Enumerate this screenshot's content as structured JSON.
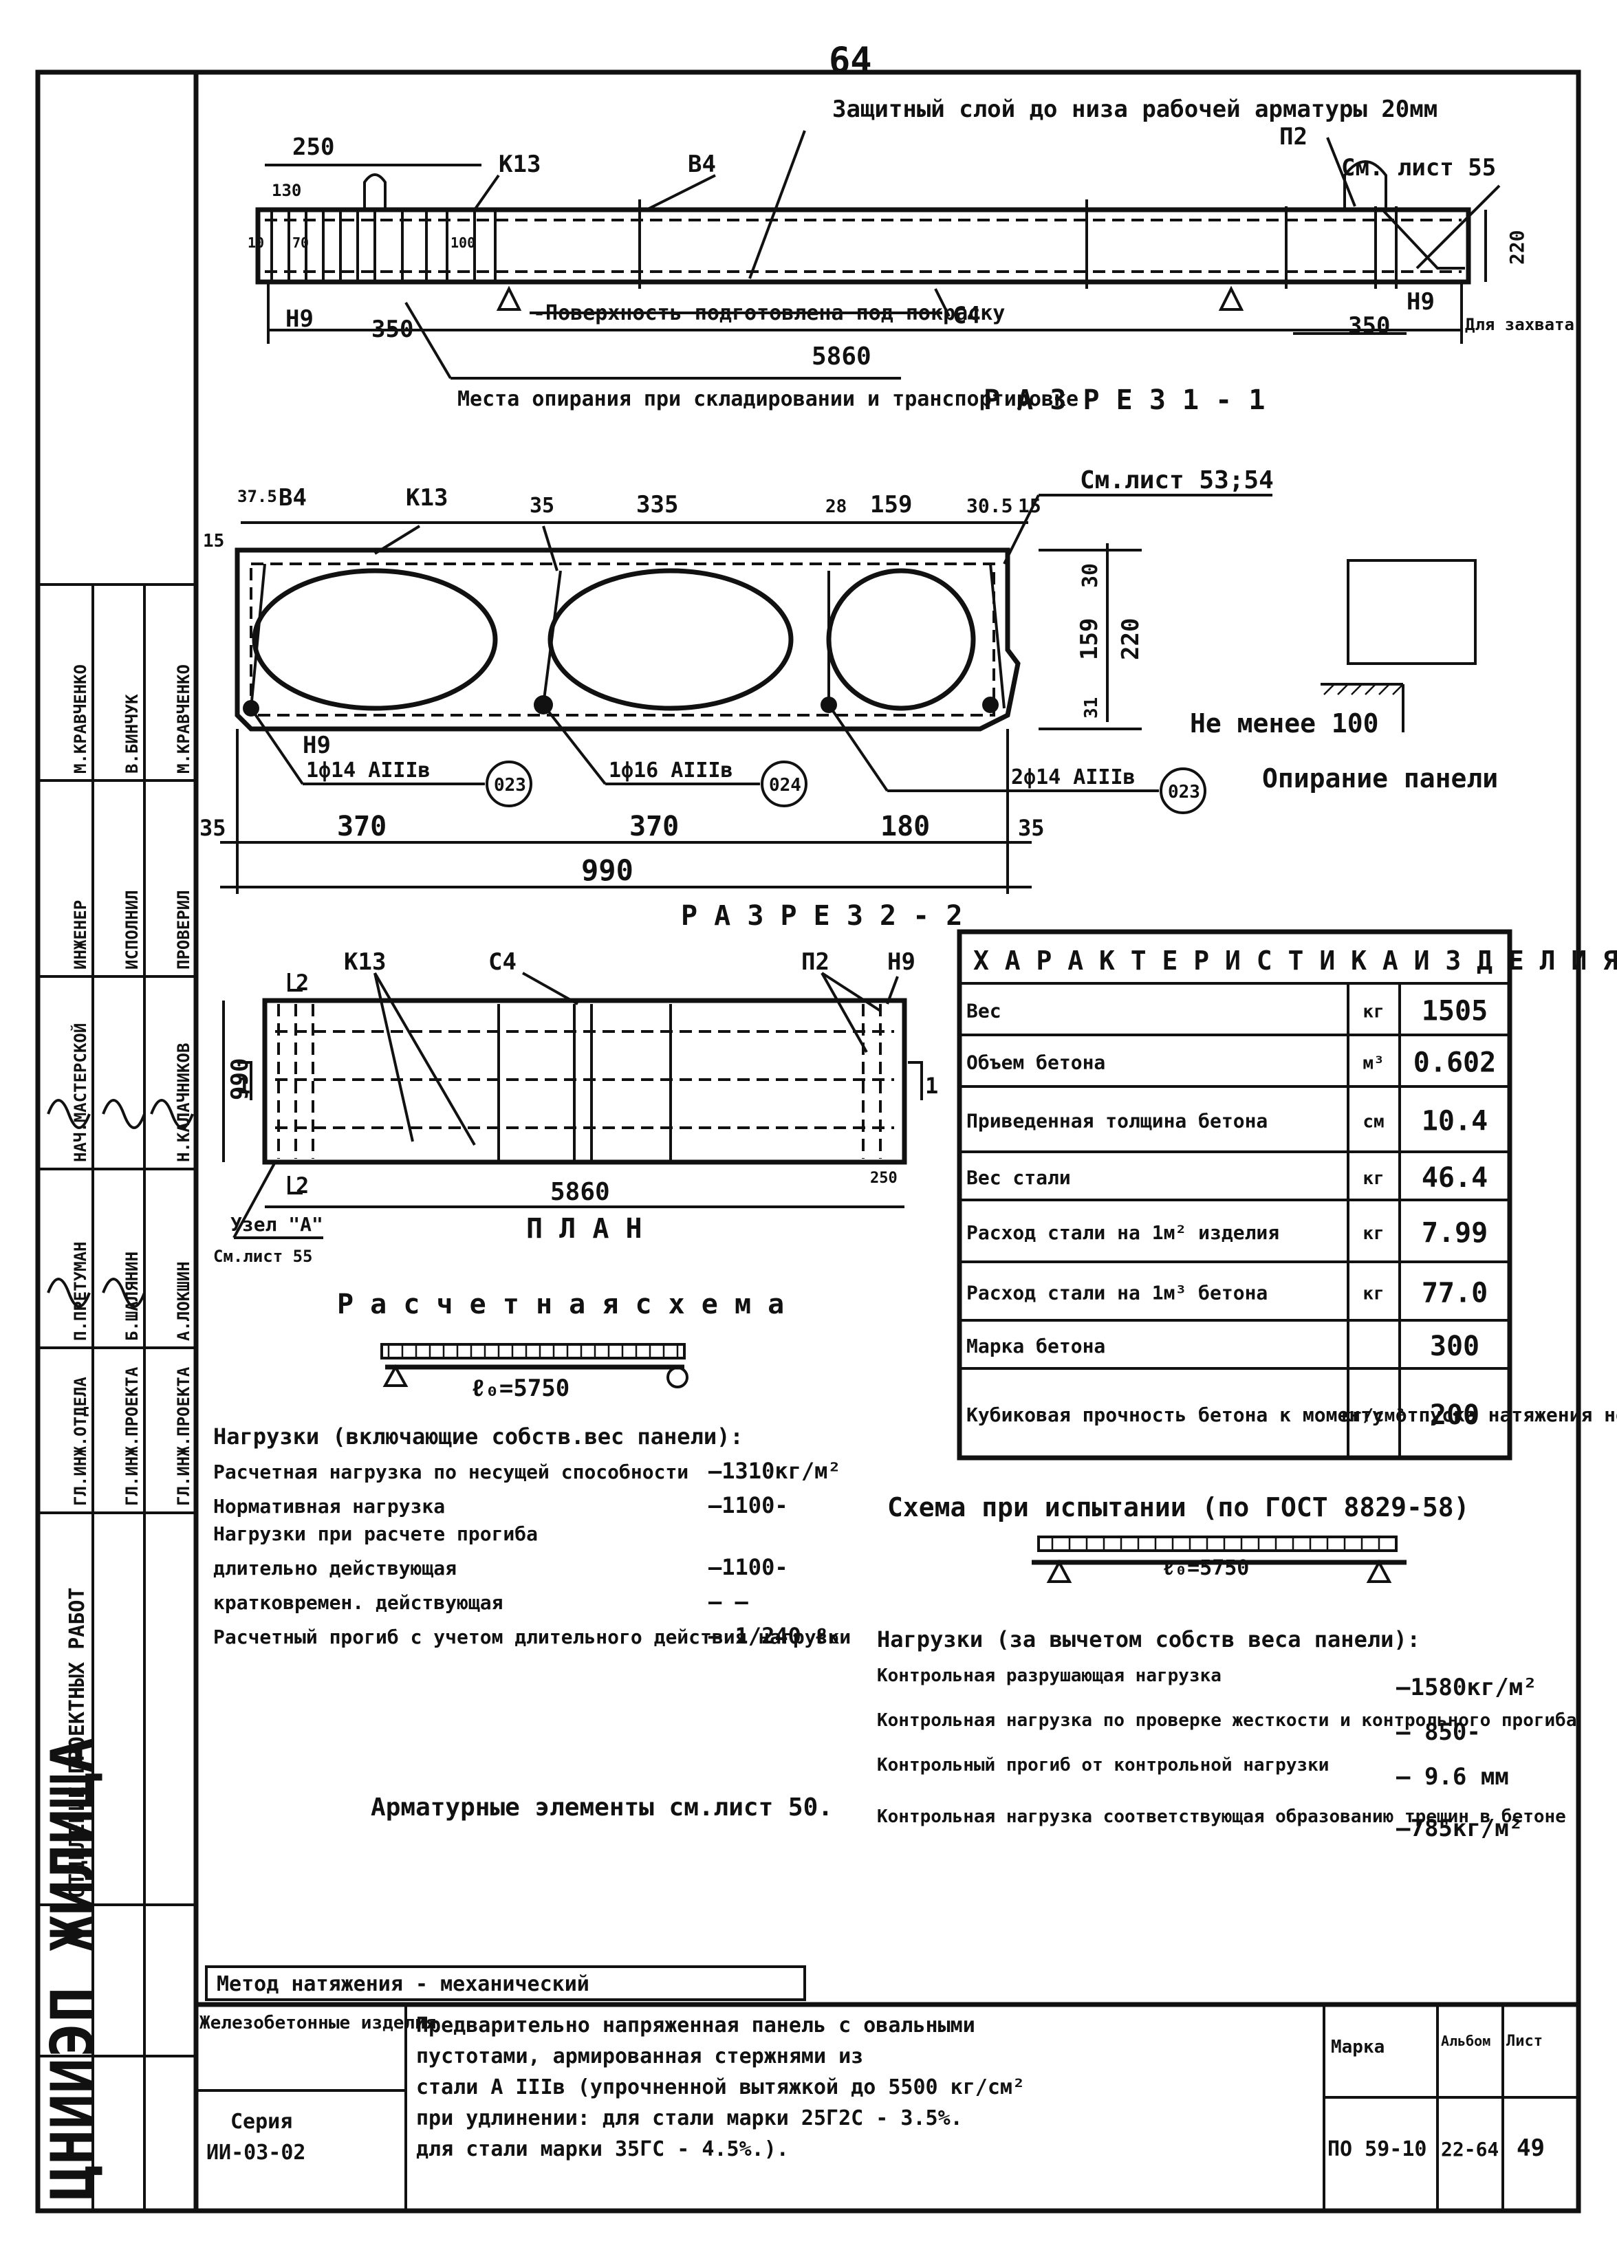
{
  "page_number": "64",
  "left_stamp": {
    "institute": "ЦНИИЭП ЖИЛИЩА",
    "department": "ОТДЕЛЕНИЕ ПРОЕКТНЫХ РАБОТ",
    "roles": [
      "ГЛ.ИНЖ.ОТДЕЛА",
      "ГЛ.ИНЖ.ПРОЕКТА",
      "ГЛ.ИНЖ.ПРОЕКТА",
      "НАЧ.МАСТЕРСКОЙ",
      "ИНЖЕНЕР",
      "ИСПОЛНИЛ",
      "ПРОВЕРИЛ"
    ],
    "names": [
      "П.ПРЕТУМАН",
      "Б.ШАЛЯНИН",
      "А.ЛОКШИН",
      "Н.КАЛАЧНИКОВ",
      "М.КРАВЧЕНКО",
      "В.БИНЧУК",
      "М.КРАВЧЕНКО"
    ]
  },
  "section_1": {
    "title": "Р А З Р Е З 1 - 1",
    "callouts": {
      "protective_layer": "Защитный слой до низа рабочей арматуры 20мм",
      "sheet_ref": "См. лист 55",
      "surface": "-Поверхность подготовлена под покраску",
      "supports": "Места опирания при складировании и транспортировке",
      "grip": "Для захвата"
    },
    "labels": {
      "k13": "К13",
      "b4": "В4",
      "p2": "П2",
      "c4": "С4",
      "n9a": "Н9",
      "n9b": "Н9"
    },
    "dims": {
      "d250": "250",
      "d130": "130",
      "d10": "10",
      "d70": "70",
      "d100": "100",
      "d350a": "350",
      "d350b": "350",
      "d5860": "5860",
      "d220": "220"
    }
  },
  "section_2": {
    "title": "Р А З Р Е З 2 - 2",
    "sheet_ref": "См.лист 53;54",
    "labels": {
      "b4": "В4",
      "k13": "К13",
      "n9": "Н9"
    },
    "rebar": [
      {
        "spec": "1ф14 АIIIв",
        "pos": "023"
      },
      {
        "spec": "1ф16 АIIIв",
        "pos": "024"
      },
      {
        "spec": "2ф14 АIIIв",
        "pos": "023"
      }
    ],
    "top_dims": [
      "37.5",
      "35",
      "335",
      "28",
      "159",
      "30.5",
      "15"
    ],
    "side_dims": {
      "d15": "15",
      "d30": "30",
      "d159": "159",
      "d31": "31",
      "d220": "220"
    },
    "bottom_dims": {
      "d35a": "35",
      "d370a": "370",
      "d370b": "370",
      "d180": "180",
      "d35b": "35",
      "d990": "990"
    }
  },
  "support_detail": {
    "min_text": "Не менее 100",
    "caption": "Опирание панели"
  },
  "plan": {
    "title": "П Л А Н",
    "labels": {
      "k13": "К13",
      "c4": "С4",
      "p2": "П2",
      "n9": "Н9"
    },
    "dims": {
      "d990": "990",
      "d5860": "5860",
      "d250": "250"
    },
    "markers": {
      "m2a": "2",
      "m2b": "2",
      "m1a": "1",
      "m1b": "1"
    },
    "node": "Узел \"А\"",
    "node_ref": "См.лист 55"
  },
  "characteristics": {
    "title": "Х А Р А К Т Е Р И С Т И К А   И З Д Е Л И Я",
    "rows": [
      {
        "name": "Вес",
        "unit": "кг",
        "value": "1505"
      },
      {
        "name": "Объем бетона",
        "unit": "м³",
        "value": "0.602"
      },
      {
        "name": "Приведенная толщина бетона",
        "unit": "см",
        "value": "10.4"
      },
      {
        "name": "Вес стали",
        "unit": "кг",
        "value": "46.4"
      },
      {
        "name": "Расход стали на 1м² изделия",
        "unit": "кг",
        "value": "7.99"
      },
      {
        "name": "Расход стали на 1м³ бетона",
        "unit": "кг",
        "value": "77.0"
      },
      {
        "name": "Марка бетона",
        "unit": "",
        "value": "300"
      },
      {
        "name": "Кубиковая прочность бетона к моменту отпуска натяжения не менее",
        "unit": "кг/см²",
        "value": "200"
      }
    ]
  },
  "design_scheme": {
    "title": "Р а с ч е т н а я   с х е м а",
    "span": "ℓ₀=5750",
    "loads_title": "Нагрузки (включающие собств.вес панели):",
    "loads": [
      {
        "label": "Расчетная нагрузка по несущей способности",
        "value": "–1310кг/м²"
      },
      {
        "label": "Нормативная нагрузка",
        "value": "–1100-"
      },
      {
        "label": "Нагрузки при расчете прогиба",
        "value": ""
      },
      {
        "label": "длительно действующая",
        "value": "–1100-"
      },
      {
        "label": "кратковремен. действующая",
        "value": "– —"
      },
      {
        "label": "Расчетный прогиб с учетом длительного действия нагрузки",
        "value": "– 1/240 ℓ₀"
      }
    ],
    "reinforcement_note": "Арматурные элементы см.лист 50."
  },
  "test_scheme": {
    "title": "Схема при испытании (по ГОСТ 8829-58)",
    "span": "ℓ₀=5750",
    "loads_title": "Нагрузки (за вычетом собств веса панели):",
    "loads": [
      {
        "label": "Контрольная разрушающая нагрузка",
        "value": "–1580кг/м²"
      },
      {
        "label": "Контрольная нагрузка по проверке жесткости и контрольного прогиба",
        "value": "– 850-"
      },
      {
        "label": "Контрольный прогиб от контрольной нагрузки",
        "value": "– 9.6 мм"
      },
      {
        "label": "Контрольная нагрузка соответствующая образованию трещин в бетоне",
        "value": "–785кг/м²"
      }
    ]
  },
  "method": "Метод натяжения - механический",
  "title_block": {
    "category": "Железобетонные изделия",
    "series_label": "Серия",
    "series": "ИИ-03-02",
    "description": [
      "Предварительно напряженная панель с овальными",
      "пустотами, армированная стержнями из",
      "стали А IIIв (упрочненной вытяжкой до 5500 кг/см²",
      "при удлинении: для стали марки 25Г2С - 3.5%.",
      "для стали марки 35ГС - 4.5%.)."
    ],
    "col_headers": [
      "Марка",
      "Альбом",
      "Лист"
    ],
    "mark": "ПО 59-10",
    "album": "22-64",
    "sheet": "49"
  }
}
